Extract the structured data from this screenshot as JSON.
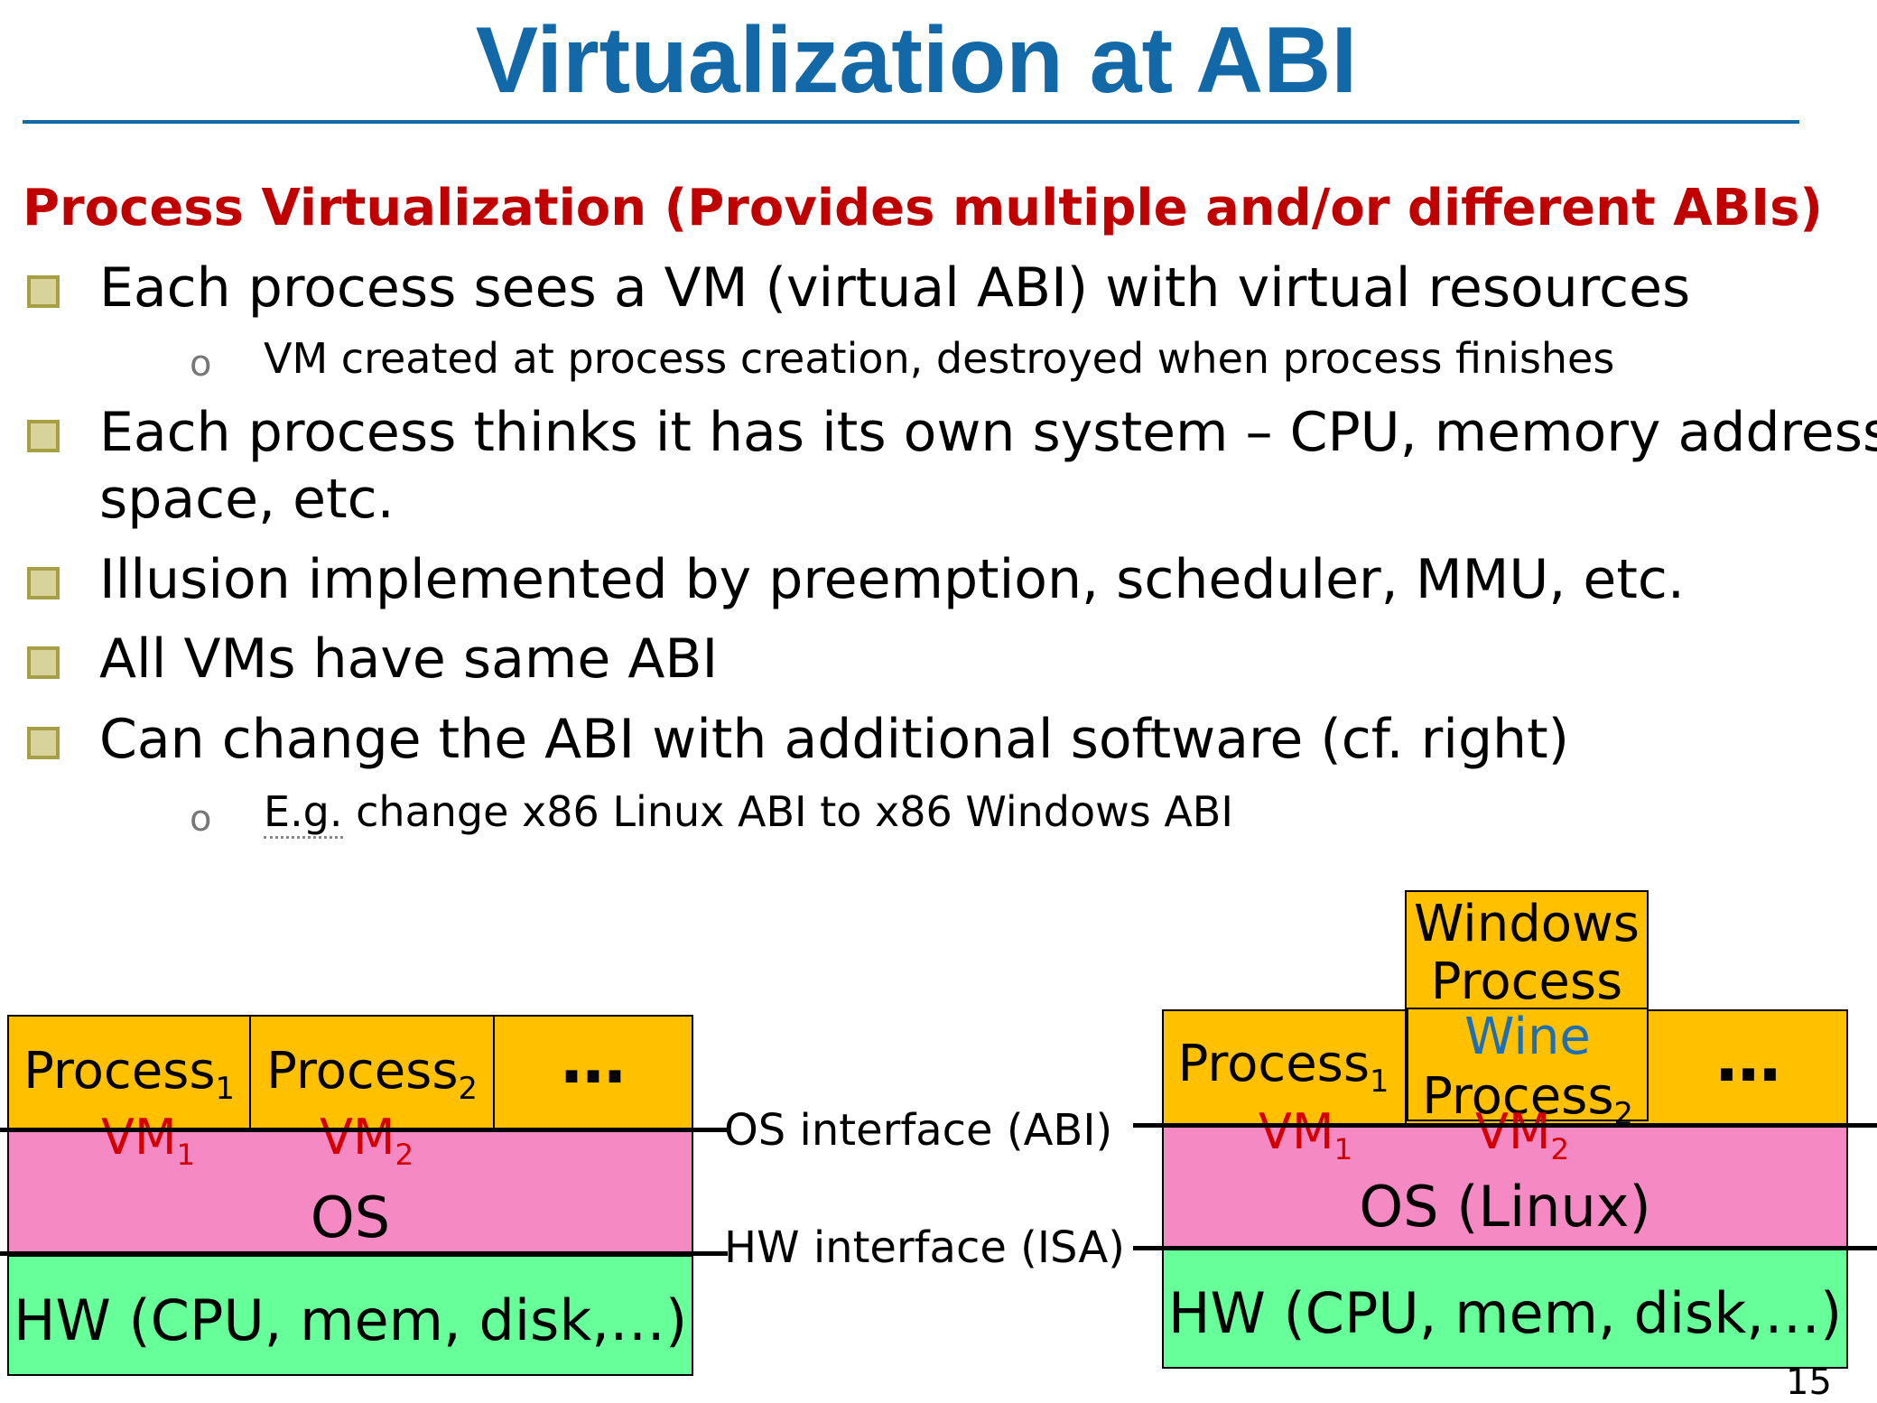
{
  "slide": {
    "title": "Virtualization at ABI",
    "subtitle": "Process Virtualization (Provides multiple and/or different ABIs)",
    "bullets": [
      "Each process sees a VM (virtual ABI) with virtual resources",
      "Each process thinks it has its own system – CPU, memory address",
      "space, etc.",
      "Illusion implemented by preemption, scheduler, MMU, etc.",
      "All VMs have same ABI",
      "Can change the ABI with additional software (cf. right)"
    ],
    "sub_bullet_marker": "o",
    "sub_bullets": [
      "VM created at process creation, destroyed when process finishes",
      "E.g.",
      " change x86 Linux ABI to x86 Windows ABI"
    ],
    "page_number": "15"
  },
  "diagram": {
    "left": {
      "process1": "Process",
      "process1_sub": "1",
      "process2": "Process",
      "process2_sub": "2",
      "ellipsis": "…",
      "vm1": "VM",
      "vm1_sub": "1",
      "vm2": "VM",
      "vm2_sub": "2",
      "os": "OS",
      "hw": "HW (CPU, mem, disk,…)"
    },
    "interfaces": {
      "abi": "OS interface (ABI)",
      "isa": "HW interface (ISA)"
    },
    "right": {
      "windows_process_line1": "Windows",
      "windows_process_line2": "Process",
      "wine": "Wine",
      "process1": "Process",
      "process1_sub": "1",
      "process2": "Process",
      "process2_sub": "2",
      "ellipsis": "…",
      "vm1": "VM",
      "vm1_sub": "1",
      "vm2": "VM",
      "vm2_sub": "2",
      "os": "OS (Linux)",
      "hw": "HW (CPU, mem, disk,…)"
    }
  },
  "colors": {
    "title": "#1369a8",
    "subtitle": "#c00000",
    "process": "#ffc000",
    "os": "#f589c4",
    "hw": "#66ff99",
    "vm_label": "#d40000",
    "wine": "#1f6fb5"
  }
}
